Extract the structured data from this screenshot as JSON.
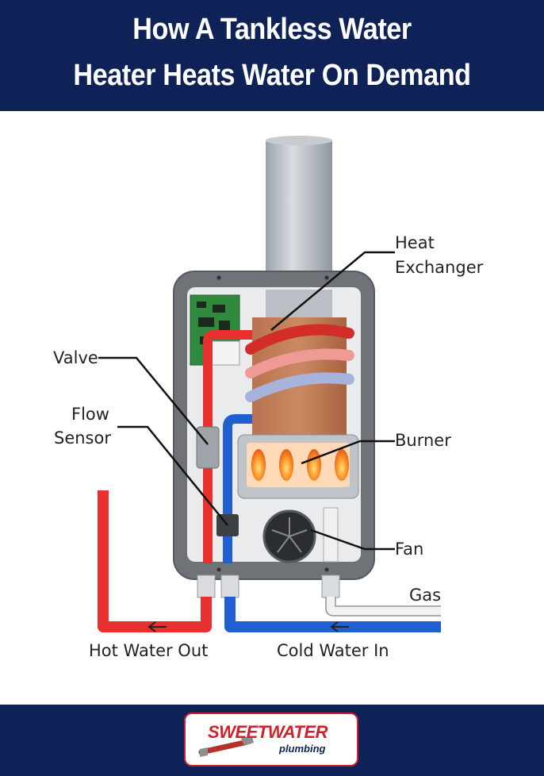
{
  "header": {
    "title_line1": "How A Tankless Water",
    "title_line2": "Heater Heats Water On Demand"
  },
  "labels": {
    "heat_exchanger_1": "Heat",
    "heat_exchanger_2": "Exchanger",
    "valve": "Valve",
    "flow_sensor_1": "Flow",
    "flow_sensor_2": "Sensor",
    "burner": "Burner",
    "fan": "Fan",
    "gas": "Gas",
    "hot_water_out": "Hot Water Out",
    "cold_water_in": "Cold Water In"
  },
  "footer": {
    "logo_top": "SWEETWATER",
    "logo_bottom": "plumbing"
  },
  "colors": {
    "navy": "#0f2257",
    "hot_pipe": "#e8312f",
    "cold_pipe": "#1f5fd1",
    "brand_red": "#d21f2b"
  }
}
